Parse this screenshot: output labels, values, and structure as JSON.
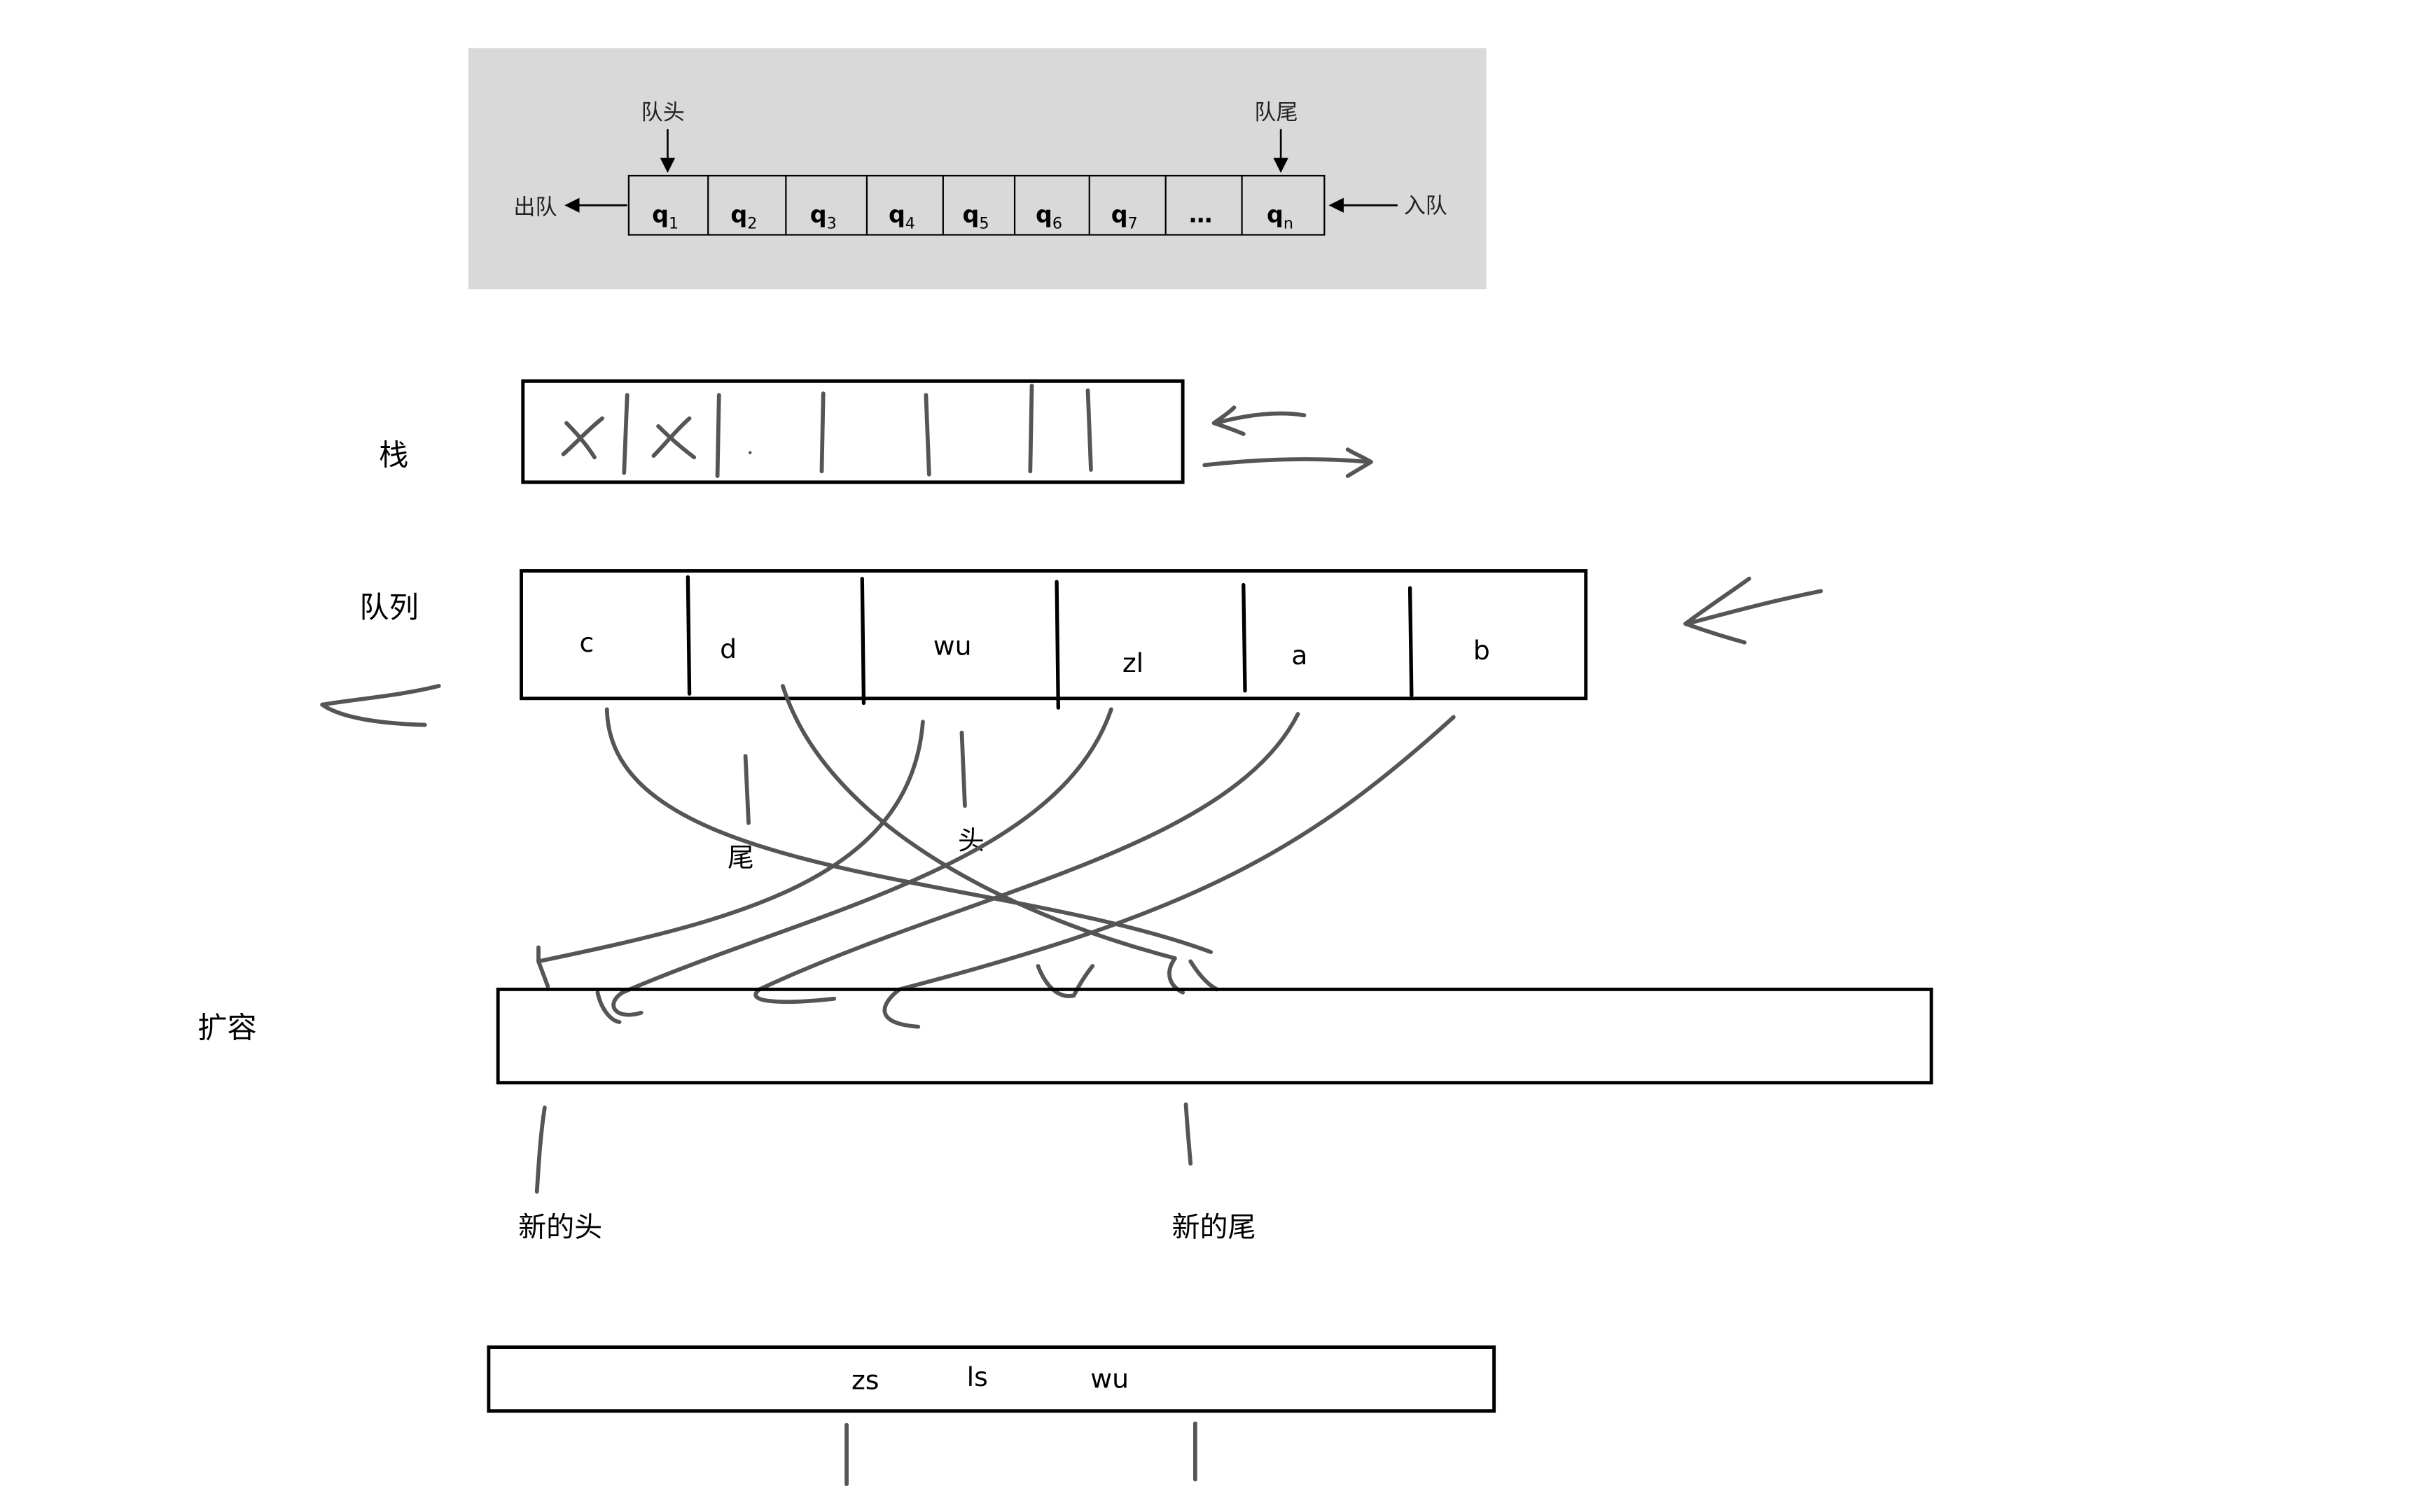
{
  "reference_figure": {
    "head_label": "队头",
    "tail_label": "队尾",
    "dequeue_label": "出队",
    "enqueue_label": "入队",
    "cells": [
      {
        "base": "q",
        "sub": "1"
      },
      {
        "base": "q",
        "sub": "2"
      },
      {
        "base": "q",
        "sub": "3"
      },
      {
        "base": "q",
        "sub": "4"
      },
      {
        "base": "q",
        "sub": "5"
      },
      {
        "base": "q",
        "sub": "6"
      },
      {
        "base": "q",
        "sub": "7"
      },
      {
        "base": "…",
        "sub": ""
      },
      {
        "base": "q",
        "sub": "n"
      }
    ],
    "background_color": "#d9d9d9"
  },
  "stack": {
    "label": "栈"
  },
  "queue": {
    "label": "队列",
    "cells": [
      "c",
      "d",
      "wu",
      "zl",
      "a",
      "b"
    ],
    "tail_note": "尾",
    "head_note": "头"
  },
  "expand": {
    "label": "扩容",
    "new_head": "新的头",
    "new_tail": "新的尾"
  },
  "bottom_array": {
    "items": [
      "zs",
      "ls",
      "wu"
    ]
  }
}
